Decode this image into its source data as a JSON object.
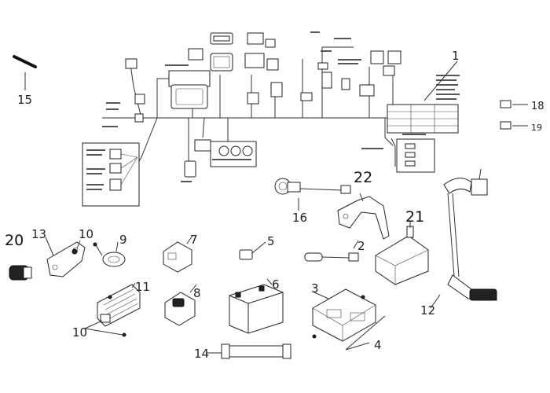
{
  "callouts": {
    "c1": "1",
    "c2": "2",
    "c3": "3",
    "c4": "4",
    "c5": "5",
    "c6": "6",
    "c7": "7",
    "c8": "8",
    "c9": "9",
    "c10a": "10",
    "c10b": "10",
    "c11": "11",
    "c12": "12",
    "c13": "13",
    "c14": "14",
    "c15": "15",
    "c16": "16",
    "c18": "18",
    "c19": "19",
    "c20": "20",
    "c21": "21",
    "c22": "22"
  },
  "colors": {
    "line": "#333333",
    "dark": "#222222",
    "background": "#ffffff"
  }
}
